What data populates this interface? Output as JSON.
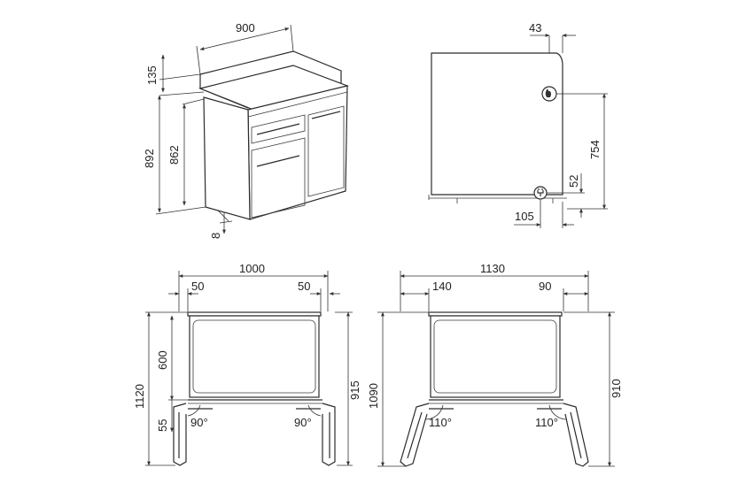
{
  "perspective_view": {
    "width_label": "900",
    "splashback_label": "135",
    "total_height_label": "892",
    "body_height_label": "862",
    "feet_label": "8"
  },
  "side_view": {
    "top_offset_label": "43",
    "gas_height_label": "754",
    "elec_height_label": "52",
    "elec_depth_label": "105"
  },
  "door_view_left": {
    "overall_width_label": "1000",
    "left_margin_label": "50",
    "right_margin_label": "50",
    "total_height_label": "1120",
    "depth_label": "600",
    "lower_label": "55",
    "right_height_label": "915",
    "angle_left_label": "90°",
    "angle_right_label": "90°"
  },
  "door_view_right": {
    "overall_width_label": "1130",
    "left_margin_label": "140",
    "right_margin_label": "90",
    "total_height_label": "1090",
    "right_height_label": "910",
    "angle_left_label": "110°",
    "angle_right_label": "110°"
  },
  "icons": {
    "gas": "flame-icon",
    "electric": "plug-icon"
  }
}
